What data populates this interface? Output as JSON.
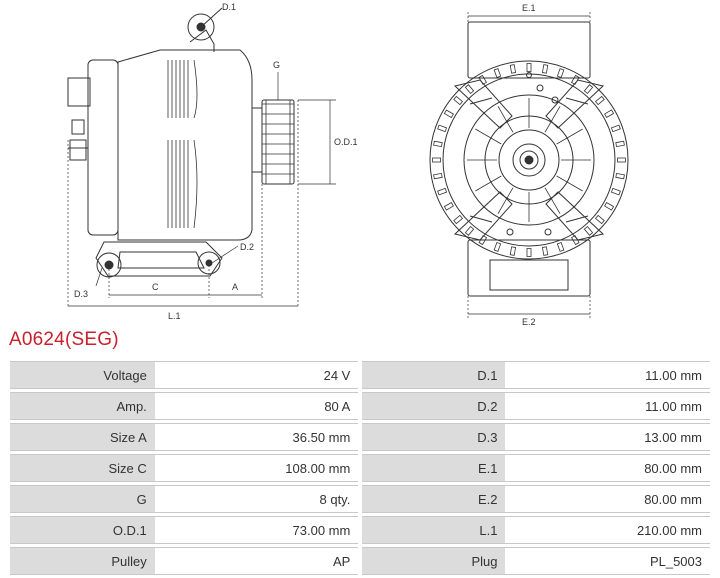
{
  "labels": {
    "D1": "D.1",
    "D2": "D.2",
    "D3": "D.3",
    "G": "G",
    "OD1": "O.D.1",
    "C": "C",
    "A": "A",
    "L1": "L.1",
    "E1": "E.1",
    "E2": "E.2"
  },
  "title": "A0624(SEG)",
  "specs": [
    {
      "left_label": "Voltage",
      "left_value": "24 V",
      "right_label": "D.1",
      "right_value": "11.00 mm"
    },
    {
      "left_label": "Amp.",
      "left_value": "80 A",
      "right_label": "D.2",
      "right_value": "11.00 mm"
    },
    {
      "left_label": "Size A",
      "left_value": "36.50 mm",
      "right_label": "D.3",
      "right_value": "13.00 mm"
    },
    {
      "left_label": "Size C",
      "left_value": "108.00 mm",
      "right_label": "E.1",
      "right_value": "80.00 mm"
    },
    {
      "left_label": "G",
      "left_value": "8 qty.",
      "right_label": "E.2",
      "right_value": "80.00 mm"
    },
    {
      "left_label": "O.D.1",
      "left_value": "73.00 mm",
      "right_label": "L.1",
      "right_value": "210.00 mm"
    },
    {
      "left_label": "Pulley",
      "left_value": "AP",
      "right_label": "Plug",
      "right_value": "PL_5003"
    }
  ]
}
